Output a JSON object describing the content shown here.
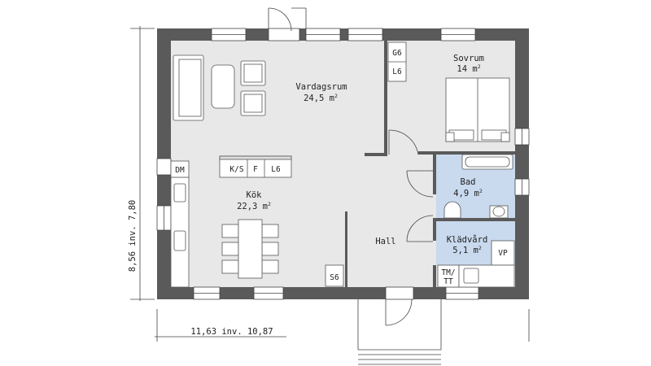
{
  "rooms": {
    "vardagsrum": {
      "name": "Vardagsrum",
      "area": "24,5 m",
      "unit_sup": "2"
    },
    "sovrum": {
      "name": "Sovrum",
      "area": "14 m",
      "unit_sup": "2"
    },
    "kok": {
      "name": "Kök",
      "area": "22,3 m",
      "unit_sup": "2"
    },
    "bad": {
      "name": "Bad",
      "area": "4,9 m",
      "unit_sup": "2"
    },
    "kladvard": {
      "name": "Klädvård",
      "area": "5,1 m",
      "unit_sup": "2"
    },
    "hall": {
      "name": "Hall"
    }
  },
  "fixtures": {
    "g6": "G6",
    "l6_bedroom": "L6",
    "dm": "DM",
    "ks": "K/S",
    "f": "F",
    "l6_kitchen": "L6",
    "s6": "S6",
    "vp": "VP",
    "tm_tt_line1": "TM/",
    "tm_tt_line2": "TT"
  },
  "dimensions": {
    "width": "11,63 inv. 10,87",
    "height": "8,56 inv. 7,80"
  },
  "colors": {
    "wall": "#5a5a5a",
    "floor": "#e8e8e8",
    "wet_room": "#c9d9ee",
    "line": "#444444"
  }
}
